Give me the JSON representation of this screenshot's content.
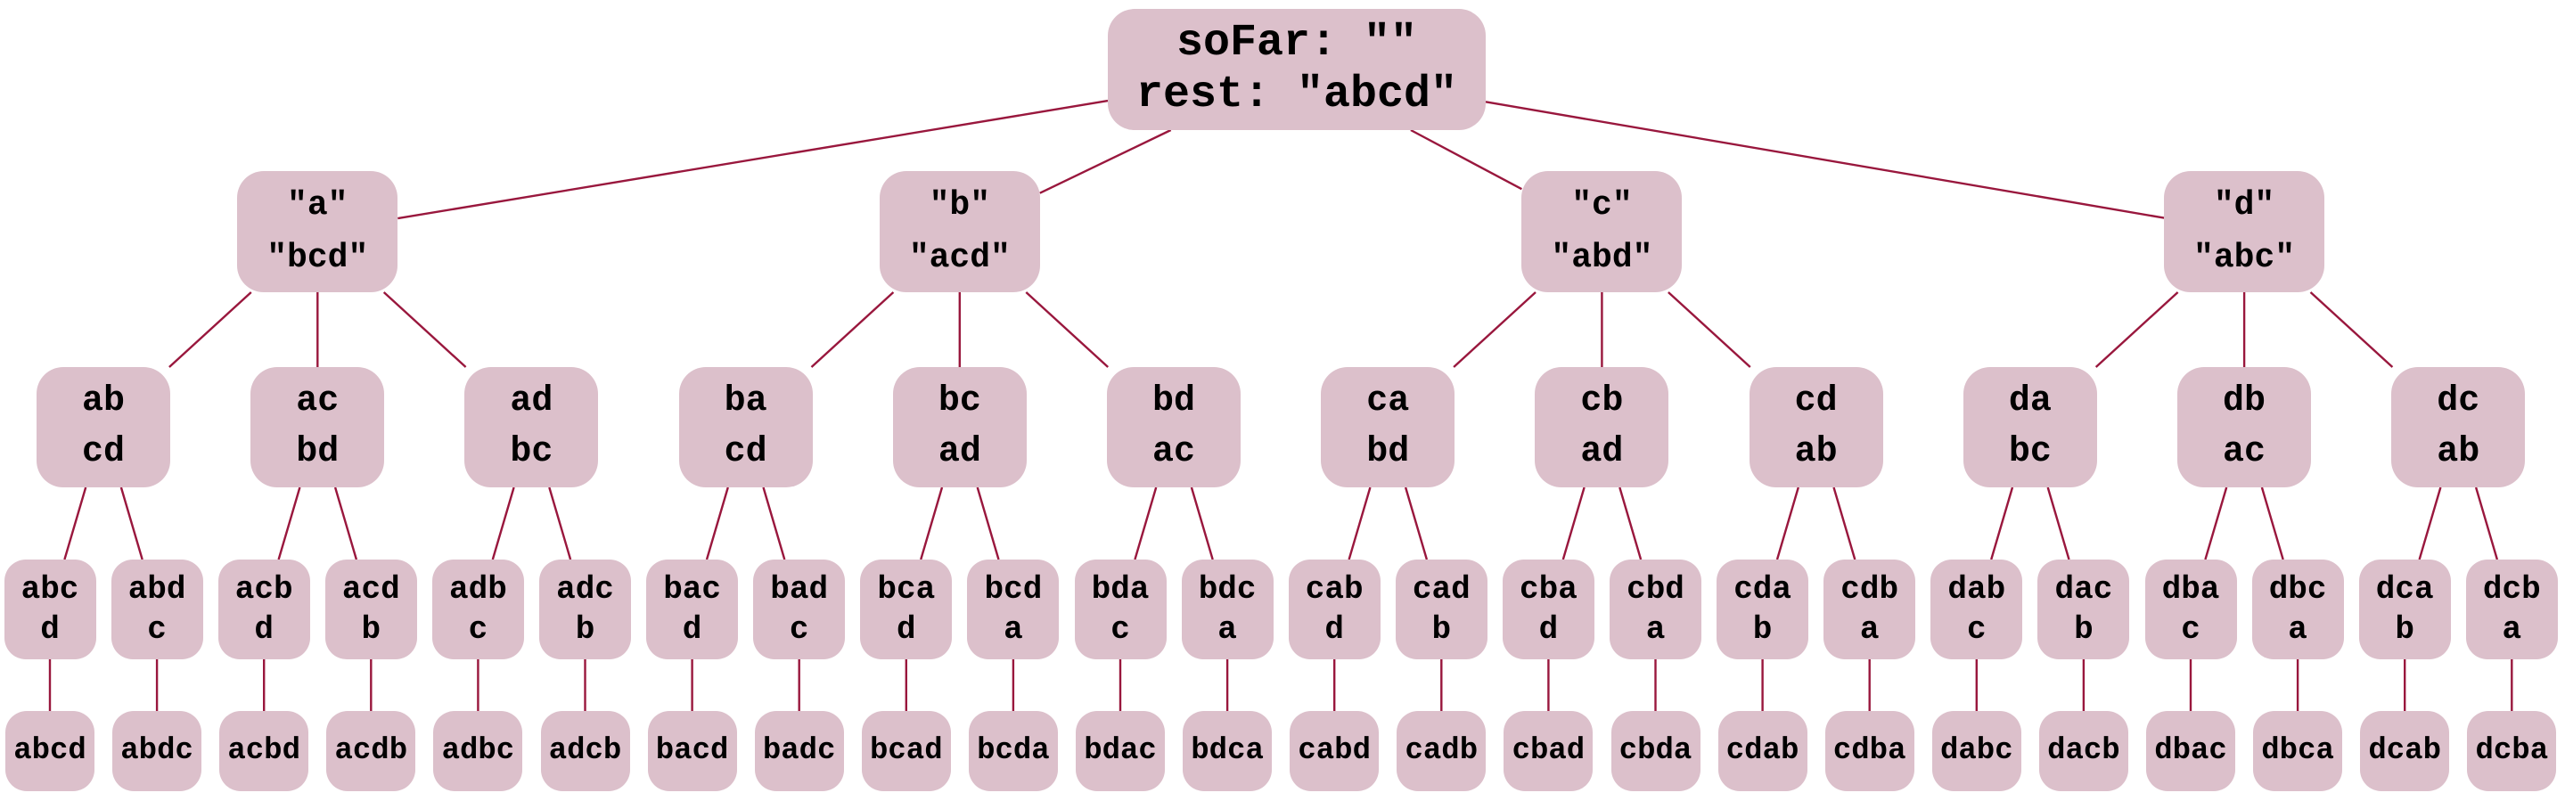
{
  "colors": {
    "node_fill": "#dcc0cb",
    "edge": "#99173d",
    "text": "#000000",
    "background": "#ffffff"
  },
  "tree": {
    "root": {
      "soFar": "soFar: \"\"",
      "rest": "rest: \"abcd\""
    },
    "level1": [
      {
        "soFar": "\"a\"",
        "rest": "\"bcd\""
      },
      {
        "soFar": "\"b\"",
        "rest": "\"acd\""
      },
      {
        "soFar": "\"c\"",
        "rest": "\"abd\""
      },
      {
        "soFar": "\"d\"",
        "rest": "\"abc\""
      }
    ],
    "level2": [
      {
        "soFar": "ab",
        "rest": "cd"
      },
      {
        "soFar": "ac",
        "rest": "bd"
      },
      {
        "soFar": "ad",
        "rest": "bc"
      },
      {
        "soFar": "ba",
        "rest": "cd"
      },
      {
        "soFar": "bc",
        "rest": "ad"
      },
      {
        "soFar": "bd",
        "rest": "ac"
      },
      {
        "soFar": "ca",
        "rest": "bd"
      },
      {
        "soFar": "cb",
        "rest": "ad"
      },
      {
        "soFar": "cd",
        "rest": "ab"
      },
      {
        "soFar": "da",
        "rest": "bc"
      },
      {
        "soFar": "db",
        "rest": "ac"
      },
      {
        "soFar": "dc",
        "rest": "ab"
      }
    ],
    "level3": [
      {
        "soFar": "abc",
        "rest": "d"
      },
      {
        "soFar": "abd",
        "rest": "c"
      },
      {
        "soFar": "acb",
        "rest": "d"
      },
      {
        "soFar": "acd",
        "rest": "b"
      },
      {
        "soFar": "adb",
        "rest": "c"
      },
      {
        "soFar": "adc",
        "rest": "b"
      },
      {
        "soFar": "bac",
        "rest": "d"
      },
      {
        "soFar": "bad",
        "rest": "c"
      },
      {
        "soFar": "bca",
        "rest": "d"
      },
      {
        "soFar": "bcd",
        "rest": "a"
      },
      {
        "soFar": "bda",
        "rest": "c"
      },
      {
        "soFar": "bdc",
        "rest": "a"
      },
      {
        "soFar": "cab",
        "rest": "d"
      },
      {
        "soFar": "cad",
        "rest": "b"
      },
      {
        "soFar": "cba",
        "rest": "d"
      },
      {
        "soFar": "cbd",
        "rest": "a"
      },
      {
        "soFar": "cda",
        "rest": "b"
      },
      {
        "soFar": "cdb",
        "rest": "a"
      },
      {
        "soFar": "dab",
        "rest": "c"
      },
      {
        "soFar": "dac",
        "rest": "b"
      },
      {
        "soFar": "dba",
        "rest": "c"
      },
      {
        "soFar": "dbc",
        "rest": "a"
      },
      {
        "soFar": "dca",
        "rest": "b"
      },
      {
        "soFar": "dcb",
        "rest": "a"
      }
    ],
    "level4": [
      "abcd",
      "abdc",
      "acbd",
      "acdb",
      "adbc",
      "adcb",
      "bacd",
      "badc",
      "bcad",
      "bcda",
      "bdac",
      "bdca",
      "cabd",
      "cadb",
      "cbad",
      "cbda",
      "cdab",
      "cdba",
      "dabc",
      "dacb",
      "dbac",
      "dbca",
      "dcab",
      "dcba"
    ]
  }
}
